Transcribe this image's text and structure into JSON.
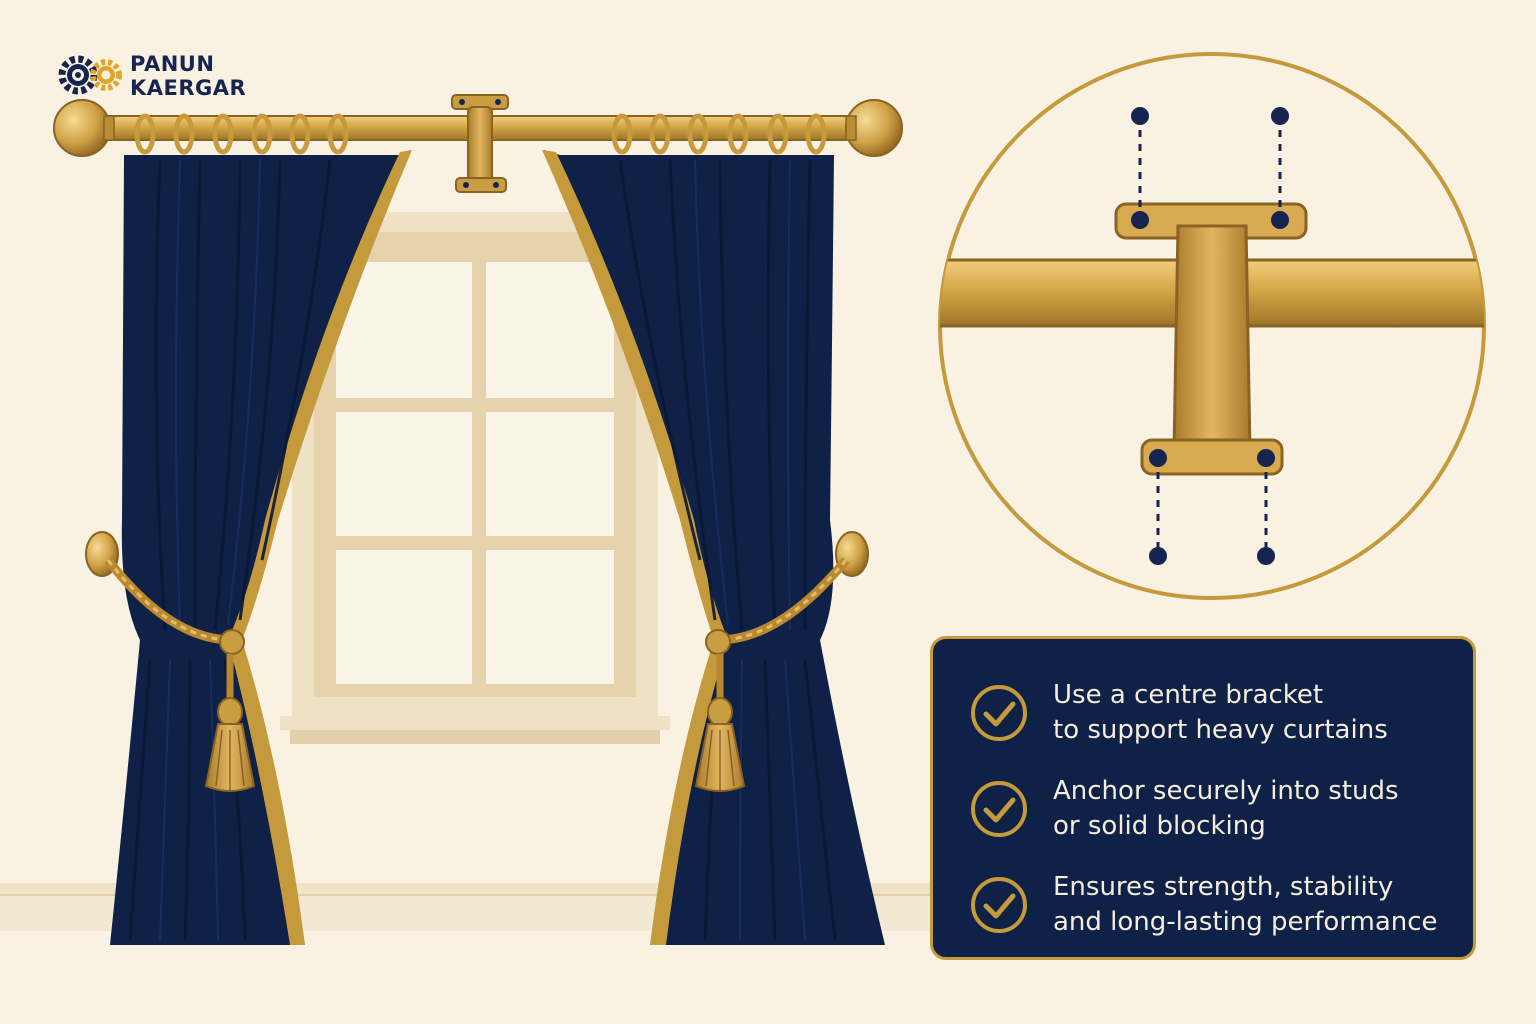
{
  "brand": {
    "name_line1": "PANUN",
    "name_line2": "KAERGAR",
    "icon": "gear-logo-icon"
  },
  "colors": {
    "navy": "#0f2147",
    "gold": "#c49a3c",
    "background": "#f9f2e3",
    "panel_text": "#f5eedd"
  },
  "illustration": {
    "subject": "curtain-rod-with-centre-bracket",
    "detail_view": "centre-bracket-closeup"
  },
  "benefits": [
    {
      "line1": "Use a centre bracket",
      "line2": "to support heavy curtains",
      "icon": "check-circle-icon"
    },
    {
      "line1": "Anchor securely into studs",
      "line2": "or solid blocking",
      "icon": "check-circle-icon"
    },
    {
      "line1": "Ensures strength, stability",
      "line2": "and long-lasting performance",
      "icon": "check-circle-icon"
    }
  ]
}
